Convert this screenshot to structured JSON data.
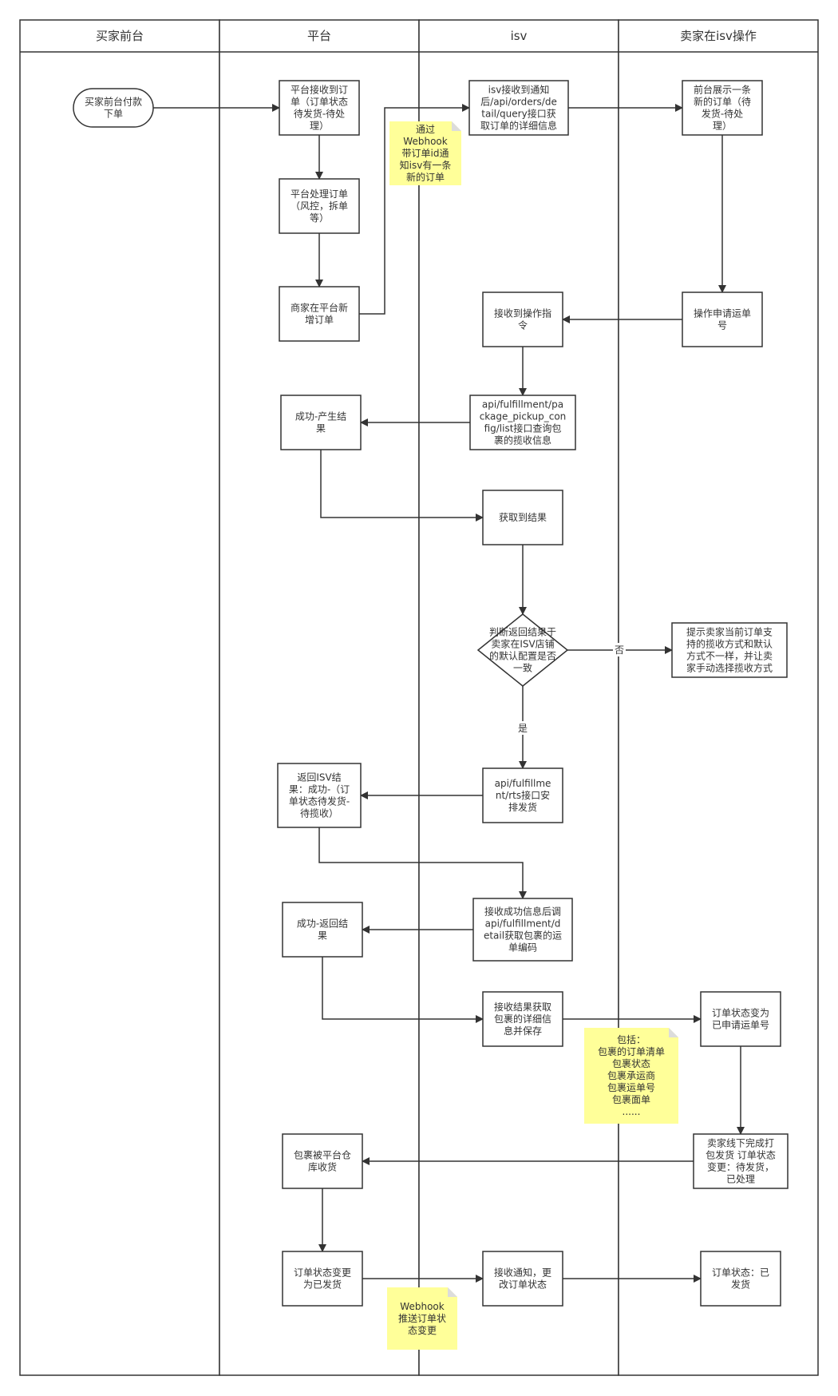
{
  "lanes": [
    {
      "id": "buyer",
      "title": "买家前台"
    },
    {
      "id": "platform",
      "title": "平台"
    },
    {
      "id": "isv",
      "title": "isv"
    },
    {
      "id": "seller",
      "title": "卖家在isv操作"
    }
  ],
  "nodes": [
    {
      "id": "buyer_pay",
      "shape": "terminator",
      "lines": [
        "买家前台付款",
        "下单"
      ]
    },
    {
      "id": "plat_receive",
      "shape": "process",
      "lines": [
        "平台接收到订",
        "单（订单状态",
        "待发货-待处",
        "理）"
      ]
    },
    {
      "id": "plat_process",
      "shape": "process",
      "lines": [
        "平台处理订单",
        "（风控，拆单",
        "等）"
      ]
    },
    {
      "id": "plat_new",
      "shape": "process",
      "lines": [
        "商家在平台新",
        "增订单"
      ]
    },
    {
      "id": "isv_receive",
      "shape": "process",
      "lines": [
        "isv接收到通知",
        "后/api/orders/de",
        "tail/query接口获",
        "取订单的详细信息"
      ]
    },
    {
      "id": "seller_show",
      "shape": "process",
      "lines": [
        "前台展示一条",
        "新的订单（待",
        "发货-待处",
        "理）"
      ]
    },
    {
      "id": "seller_apply",
      "shape": "process",
      "lines": [
        "操作申请运单",
        "号"
      ]
    },
    {
      "id": "isv_cmd",
      "shape": "process",
      "lines": [
        "接收到操作指",
        "令"
      ]
    },
    {
      "id": "isv_pickup",
      "shape": "process",
      "lines": [
        "api/fulfillment/pa",
        "ckage_pickup_con",
        "fig/list接口查询包",
        "裹的揽收信息"
      ]
    },
    {
      "id": "plat_success1",
      "shape": "process",
      "lines": [
        "成功-产生结",
        "果"
      ]
    },
    {
      "id": "isv_result",
      "shape": "process",
      "lines": [
        "获取到结果"
      ]
    },
    {
      "id": "isv_judge",
      "shape": "decision",
      "lines": [
        "判断返回结果于",
        "卖家在ISV店铺",
        "的默认配置是否",
        "一致"
      ]
    },
    {
      "id": "seller_hint",
      "shape": "process",
      "lines": [
        "提示卖家当前订单支",
        "持的揽收方式和默认",
        "方式不一样，并让卖",
        "家手动选择揽收方式"
      ]
    },
    {
      "id": "isv_rts",
      "shape": "process",
      "lines": [
        "api/fulfillme",
        "nt/rts接口安",
        "排发货"
      ]
    },
    {
      "id": "plat_return",
      "shape": "process",
      "lines": [
        "返回ISV结",
        "果：成功-（订",
        "单状态待发货-",
        "待揽收）"
      ]
    },
    {
      "id": "isv_detail",
      "shape": "process",
      "lines": [
        "接收成功信息后调",
        "api/fulfillment/d",
        "etail获取包裹的运",
        "单编码"
      ]
    },
    {
      "id": "plat_success2",
      "shape": "process",
      "lines": [
        "成功-返回结",
        "果"
      ]
    },
    {
      "id": "isv_save",
      "shape": "process",
      "lines": [
        "接收结果获取",
        "包裹的详细信",
        "息并保存"
      ]
    },
    {
      "id": "seller_status1",
      "shape": "process",
      "lines": [
        "订单状态变为",
        "已申请运单号"
      ]
    },
    {
      "id": "seller_offline",
      "shape": "process",
      "lines": [
        "卖家线下完成打",
        "包发货 订单状态",
        "变更：待发货，",
        "已处理"
      ]
    },
    {
      "id": "plat_warehouse",
      "shape": "process",
      "lines": [
        "包裹被平台仓",
        "库收货"
      ]
    },
    {
      "id": "plat_shipped",
      "shape": "process",
      "lines": [
        "订单状态变更",
        "为已发货"
      ]
    },
    {
      "id": "isv_notify",
      "shape": "process",
      "lines": [
        "接收通知，更",
        "改订单状态"
      ]
    },
    {
      "id": "seller_status2",
      "shape": "process",
      "lines": [
        "订单状态：已",
        "发货"
      ]
    }
  ],
  "notes": [
    {
      "id": "note_webhook1",
      "lines": [
        "通过",
        "Webhook",
        "带订单id通",
        "知isv有一条",
        "新的订单"
      ]
    },
    {
      "id": "note_package",
      "lines": [
        "包括：",
        "包裹的订单清单",
        "包裹状态",
        "包裹承运商",
        "包裹运单号",
        "包裹面单",
        "......"
      ]
    },
    {
      "id": "note_webhook2",
      "lines": [
        "Webhook",
        "推送订单状",
        "态变更"
      ]
    }
  ],
  "edges": [
    {
      "from": "buyer_pay",
      "to": "plat_receive",
      "label": ""
    },
    {
      "from": "plat_receive",
      "to": "plat_process",
      "label": ""
    },
    {
      "from": "plat_process",
      "to": "plat_new",
      "label": ""
    },
    {
      "from": "plat_new",
      "to": "isv_receive",
      "label": ""
    },
    {
      "from": "isv_receive",
      "to": "seller_show",
      "label": ""
    },
    {
      "from": "seller_show",
      "to": "seller_apply",
      "label": ""
    },
    {
      "from": "seller_apply",
      "to": "isv_cmd",
      "label": ""
    },
    {
      "from": "isv_cmd",
      "to": "isv_pickup",
      "label": ""
    },
    {
      "from": "isv_pickup",
      "to": "plat_success1",
      "label": ""
    },
    {
      "from": "plat_success1",
      "to": "isv_result",
      "label": ""
    },
    {
      "from": "isv_result",
      "to": "isv_judge",
      "label": ""
    },
    {
      "from": "isv_judge",
      "to": "seller_hint",
      "label": "否"
    },
    {
      "from": "isv_judge",
      "to": "isv_rts",
      "label": "是"
    },
    {
      "from": "isv_rts",
      "to": "plat_return",
      "label": ""
    },
    {
      "from": "plat_return",
      "to": "isv_detail",
      "label": ""
    },
    {
      "from": "isv_detail",
      "to": "plat_success2",
      "label": ""
    },
    {
      "from": "plat_success2",
      "to": "isv_save",
      "label": ""
    },
    {
      "from": "isv_save",
      "to": "seller_status1",
      "label": ""
    },
    {
      "from": "seller_status1",
      "to": "seller_offline",
      "label": ""
    },
    {
      "from": "seller_offline",
      "to": "plat_warehouse",
      "label": ""
    },
    {
      "from": "plat_warehouse",
      "to": "plat_shipped",
      "label": ""
    },
    {
      "from": "plat_shipped",
      "to": "isv_notify",
      "label": ""
    },
    {
      "from": "isv_notify",
      "to": "seller_status2",
      "label": ""
    }
  ],
  "colors": {
    "stroke": "#333333",
    "note_fill": "#ffff99",
    "note_fold": "#dcdcdc",
    "text": "#333333"
  }
}
